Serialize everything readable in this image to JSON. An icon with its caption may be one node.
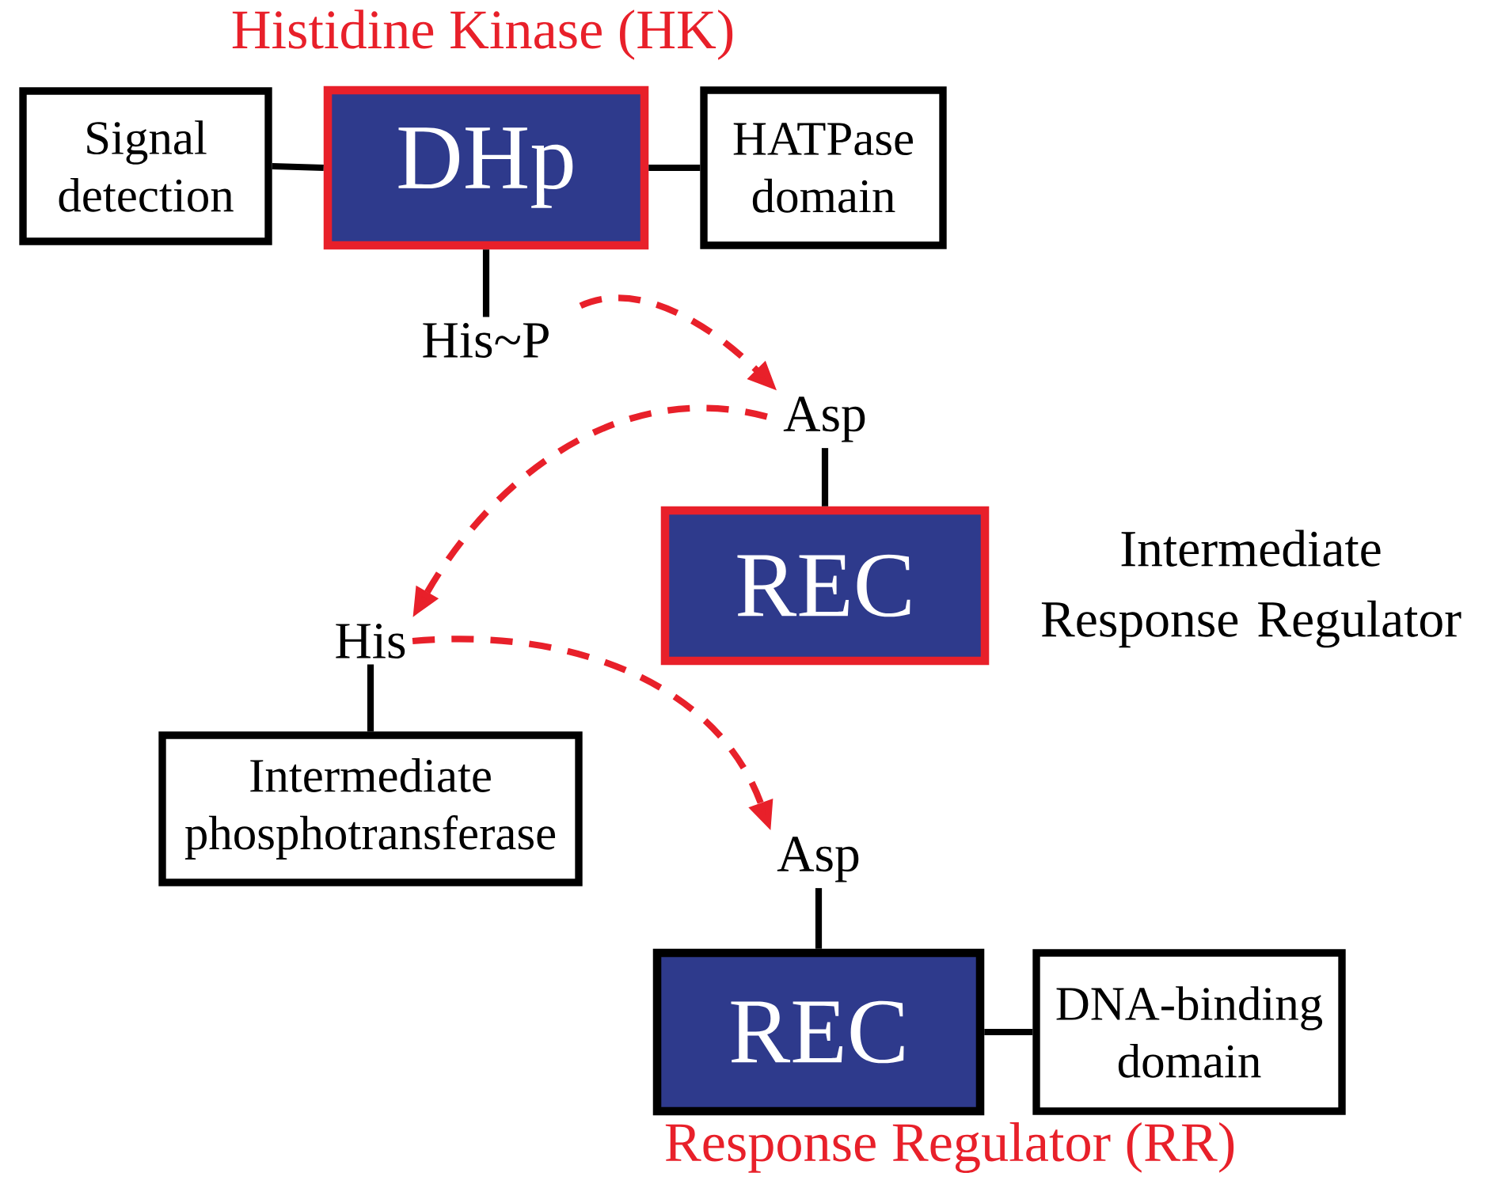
{
  "diagram": {
    "nodes": [
      {
        "text": [
          "Signal detection"
        ]
      },
      {
        "text": [
          "DHp"
        ]
      },
      {
        "text": [
          "HATPase domain"
        ]
      },
      {
        "text": [
          "His~P"
        ]
      },
      {
        "text": [
          "Asp"
        ]
      },
      {
        "text": [
          "REC"
        ],
        "beside": [
          "Intermediate Response Regulator"
        ]
      },
      {
        "text": [
          "His"
        ]
      },
      {
        "text": [
          "Intermediate phosphotransferase"
        ]
      },
      {
        "text": [
          "Asp"
        ]
      },
      {
        "text": [
          "REC"
        ]
      },
      {
        "text": [
          "DNA-binding domain"
        ]
      }
    ],
    "edges": [
      {
        "from": 0,
        "to": 1,
        "arrow": "none"
      },
      {
        "from": 1,
        "to": 2,
        "arrow": "none"
      },
      {
        "from": 1,
        "to": 3,
        "arrow": "none"
      },
      {
        "from": 3,
        "to": 4,
        "arrow": "to",
        "style": "dashed",
        "color": "#e8202a"
      },
      {
        "from": 4,
        "to": 6,
        "arrow": "to",
        "style": "dashed",
        "color": "#e8202a"
      },
      {
        "from": 6,
        "to": 8,
        "arrow": "to",
        "style": "dashed",
        "color": "#e8202a"
      },
      {
        "from": 4,
        "to": 5,
        "arrow": "none"
      },
      {
        "from": 6,
        "to": 7,
        "arrow": "none"
      },
      {
        "from": 8,
        "to": 9,
        "arrow": "none"
      },
      {
        "from": 9,
        "to": 10,
        "arrow": "none"
      }
    ],
    "labels": [
      "Histidine Kinase (HK)",
      "Response Regulator (RR)"
    ]
  }
}
